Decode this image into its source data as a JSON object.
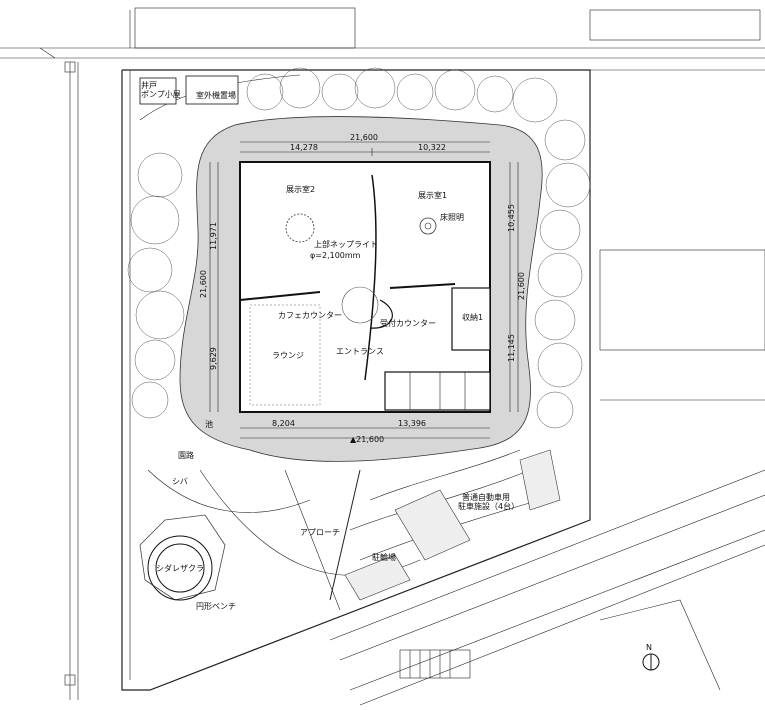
{
  "labels": {
    "pump_house": "井戸\nポンプ小屋",
    "outdoor_unit": "室外機置場",
    "exhibit2": "展示室2",
    "exhibit1": "展示室1",
    "toplight": "上部ネップライト",
    "toplight_dia": "φ=2,100mm",
    "floor_light": "床照明",
    "storage": "収納1",
    "cafe_counter": "カフェカウンター",
    "reception_counter": "受付カウンター",
    "lounge": "ラウンジ",
    "entrance": "エントランス",
    "pond": "池",
    "garden_path": "園路",
    "lawn": "シバ",
    "approach": "アプローチ",
    "bicycle_parking": "駐輪場",
    "car_parking": "普通自動車用\n駐車施設（4台）",
    "cherry_tree": "シダレザクラ",
    "circular_bench": "円形ベンチ",
    "north": "N"
  },
  "dimensions": {
    "top_total": "21,600",
    "top_left": "14,278",
    "top_right": "10,322",
    "left_total": "21,600",
    "left_upper": "11,971",
    "left_lower": "9,629",
    "right_total": "21,600",
    "right_upper": "10,455",
    "right_lower": "11,145",
    "bottom_left": "8,204",
    "bottom_right": "13,396",
    "bottom_total": "▲21,600"
  }
}
